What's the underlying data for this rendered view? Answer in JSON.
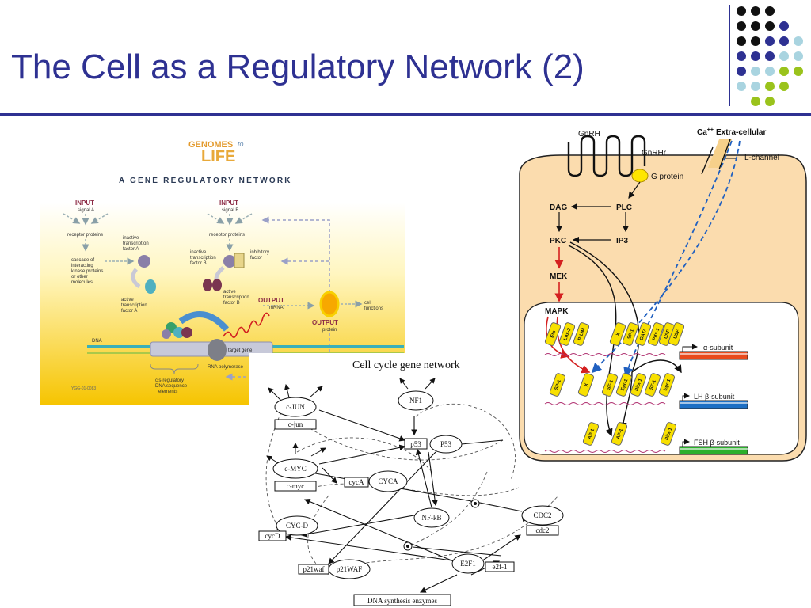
{
  "slide": {
    "title": "The Cell as a Regulatory Network (2)"
  },
  "colors": {
    "title": "#2e3192",
    "accent_lines": "#2e3192",
    "dot_black": "#111111",
    "dot_navy": "#2e3192",
    "dot_lightblue": "#a9d4e0",
    "dot_green": "#9ac31c",
    "cell_fill": "#fbdcae"
  },
  "gene_network": {
    "logo_top": "GENOMES",
    "logo_to": "to",
    "logo_bottom": "LIFE",
    "heading": "A GENE REGULATORY NETWORK",
    "input_a_label": "INPUT",
    "input_a_signal": "signal A",
    "input_b_label": "INPUT",
    "input_b_signal": "signal B",
    "receptor_a": "receptor proteins",
    "receptor_b": "receptor proteins",
    "cascade": [
      "cascade of",
      "interacting",
      "kinase proteins",
      "or other",
      "molecules"
    ],
    "inactive_a": [
      "inactive",
      "transcription",
      "factor A"
    ],
    "inactive_b": [
      "inactive",
      "transcription",
      "factor B"
    ],
    "inhibitory": [
      "inhibitory",
      "factor"
    ],
    "active_a": [
      "active",
      "transcription",
      "factor A"
    ],
    "active_b": [
      "active",
      "transcription",
      "factor B"
    ],
    "output_mrna_label": "OUTPUT",
    "output_mrna": "mRNA",
    "output_protein_label": "OUTPUT",
    "output_protein": "protein",
    "cell_functions": [
      "cell",
      "functions"
    ],
    "dna": "DNA",
    "target_gene": "target gene",
    "rna_polymerase": "RNA polymerase",
    "cis_elements": [
      "cis-regulatory",
      "DNA sequence",
      "elements"
    ],
    "code": "YGG-01-0083"
  },
  "cell_cycle": {
    "title": "Cell cycle gene network",
    "nodes": {
      "cjun": "c-JUN",
      "cjun_gene": "c-jun",
      "nf1": "NF1",
      "p53_gene": "p53",
      "p53": "P53",
      "cmyc": "c-MYC",
      "cmyc_gene": "c-myc",
      "cyca_gene": "cycA",
      "cyca": "CYCA",
      "nfkb": "NF-kB",
      "cdc2": "CDC2",
      "cdc2_gene": "cdc2",
      "cycd": "CYC-D",
      "cycd_gene": "cycD",
      "p21_gene": "p21waf",
      "p21": "p21WAF",
      "e2f1": "E2F1",
      "e2f1_gene": "e2f-1",
      "dna_synth": "DNA synthesis enzymes"
    }
  },
  "gnrh_cell": {
    "gnrh": "GnRH",
    "gnrhr": "GnRHr",
    "ca": "Ca",
    "ca_sup": "++",
    "extracellular": "Extra-cellular",
    "lchannel": "L-channel",
    "gprotein": "G protein",
    "dag": "DAG",
    "plc": "PLC",
    "pkc": "PKC",
    "ip3": "IP3",
    "mek": "MEK",
    "mapk": "MAPK",
    "row1_factors": [
      "Ets",
      "Lhx-2",
      "P-LIM",
      "X",
      "SF-1",
      "GATA",
      "Pitx-1",
      "USF",
      "USF"
    ],
    "row2_factors": [
      "SP-1",
      "X",
      "SF-1",
      "Egr-1",
      "Pitx-1",
      "SF-1",
      "Egr-1"
    ],
    "row3_factors": [
      "AP-1",
      "AP-1",
      "Pitx-1"
    ],
    "alpha_subunit": "α-subunit",
    "lh_subunit": "LH β-subunit",
    "fsh_subunit": "FSH β-subunit"
  }
}
